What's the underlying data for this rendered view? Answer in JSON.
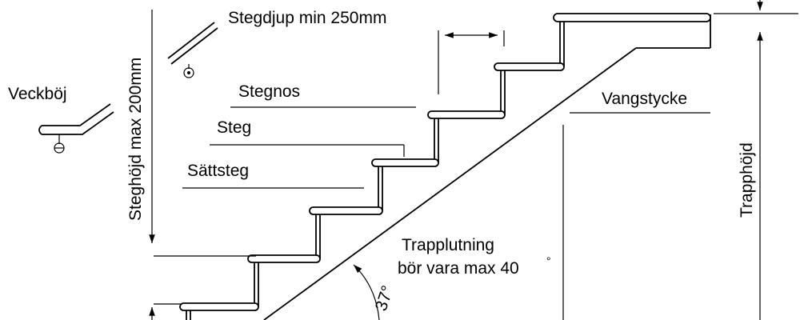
{
  "labels": {
    "stegdjup": "Stegdjup  min 250mm",
    "veckboj": "Veckböj",
    "stegnos": "Stegnos",
    "steg": "Steg",
    "sattsteg": "Sättsteg",
    "steghojd": "Steghöjd max 200mm",
    "vangstycke": "Vangstycke",
    "trapphojd": "Trapphöjd",
    "trapplutning_1": "Trapplutning",
    "trapplutning_2": "bör vara max 40",
    "degree_sign": "°",
    "angle": "37°"
  }
}
